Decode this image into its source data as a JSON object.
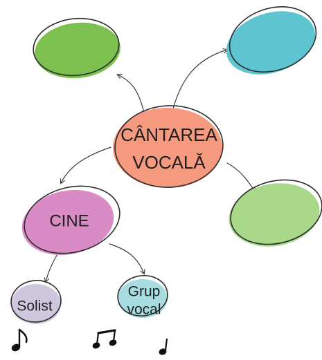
{
  "nodes": {
    "center_line1": "CÂNTAREA",
    "center_line2": "VOCALĂ",
    "cine": "CINE",
    "solist": "Solist",
    "grup_line1": "Grup",
    "grup_line2": "vocal"
  },
  "colors": {
    "green": "#7cc04f",
    "cyan": "#5ec4cf",
    "salmon": "#f59a7e",
    "light_green": "#a9d88a",
    "pink": "#d98bc6",
    "lavender": "#cfc7de",
    "light_cyan": "#a7dde0"
  },
  "icons": [
    "eighth-note-icon",
    "beamed-notes-icon",
    "quarter-note-icon"
  ]
}
